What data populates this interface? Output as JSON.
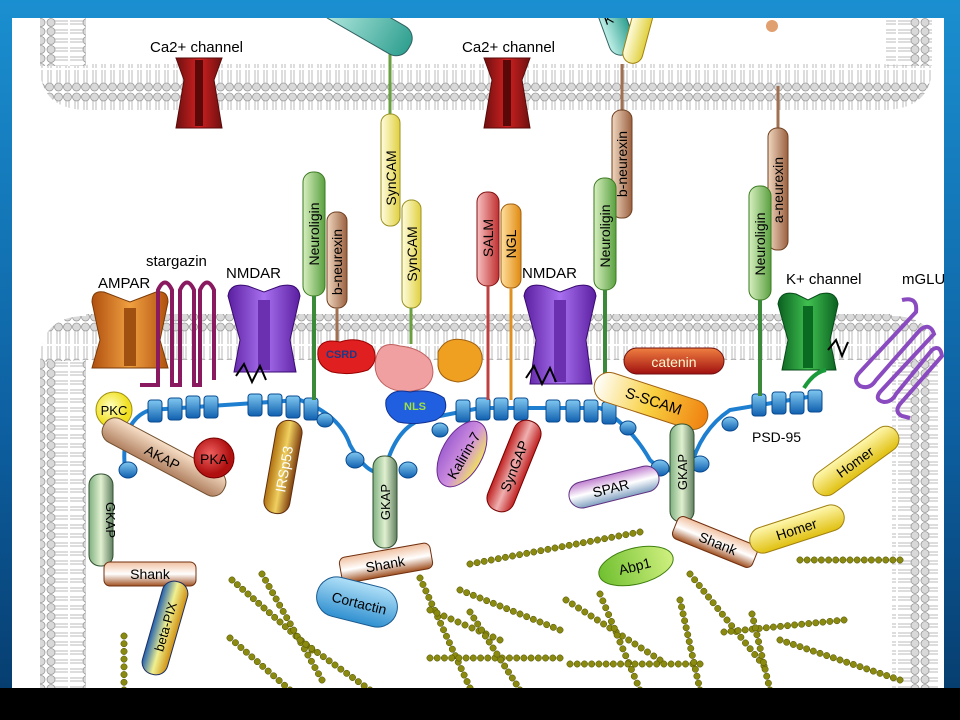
{
  "labels": {
    "ca_channel_left": "Ca2+ channel",
    "ca_channel_right": "Ca2+ channel",
    "syncam_top": "SynCAM",
    "syncam_bottom": "SynCAM",
    "b_neurexin_top": "b-neurexin",
    "a_neurexin": "a-neurexin",
    "neuroligin_1": "Neuroligin",
    "neuroligin_2": "Neuroligin",
    "neuroligin_3": "Neuroligin",
    "b_neurexin_mid": "b-neurexin",
    "salm": "SALM",
    "ngl": "NGL",
    "stargazin": "stargazin",
    "ampar": "AMPAR",
    "nmdar_left": "NMDAR",
    "nmdar_right": "NMDAR",
    "k_channel": "K+ channel",
    "mglur": "mGLUR",
    "csrd": "CSRD",
    "nls": "NLS",
    "pkc": "PKC",
    "pka": "PKA",
    "akap": "AKAP",
    "irsp53": "IRSp53",
    "kalirin": "Kalirin-7",
    "syngap": "SynGAP",
    "catenin": "catenin",
    "sscam": "S-SCAM",
    "spar": "SPAR",
    "gkap_left": "GKAP",
    "gkap_mid": "GKAP",
    "gkap_right": "GKAP",
    "psd95": "PSD-95",
    "homer_1": "Homer",
    "homer_2": "Homer",
    "shank_left": "Shank",
    "shank_mid": "Shank",
    "shank_right": "Shank",
    "beta_pix": "beta-PIX",
    "cortactin": "Cortactin",
    "abp1": "Abp1",
    "top_left_partial": "K",
    "top_right_partial": "K"
  },
  "colors": {
    "frame": "#1a8fd0",
    "membrane_head": "#c8c8c8",
    "ca_channel": "#b01818",
    "nmdar": "#8a3fd0",
    "ampar": "#e07a1e",
    "k_channel": "#1a9a3a",
    "mglur": "#8a4ac0",
    "psd95": "#1e7fd0",
    "actin": "#8a8a10"
  }
}
